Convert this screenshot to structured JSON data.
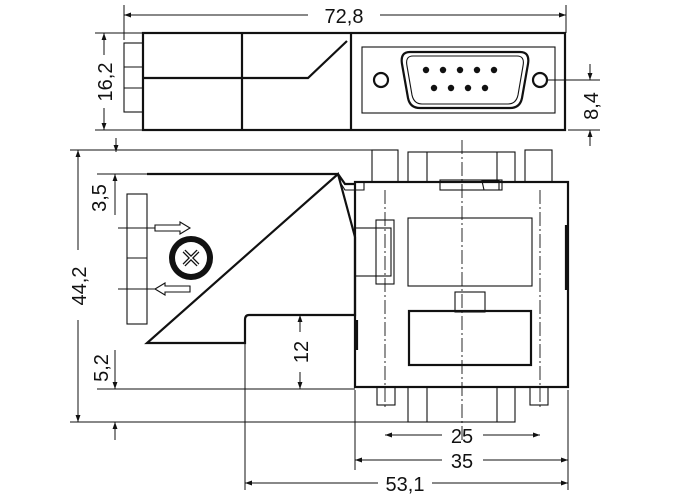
{
  "drawing": {
    "dimensions": {
      "overall_width": "72,8",
      "top_height": "16,2",
      "connector_offset": "8,4",
      "total_height": "44,2",
      "top_offset": "3,5",
      "bottom_offset": "5,2",
      "notch_height": "12",
      "pin_spacing": "25",
      "body_width": "35",
      "depth": "53,1"
    }
  }
}
